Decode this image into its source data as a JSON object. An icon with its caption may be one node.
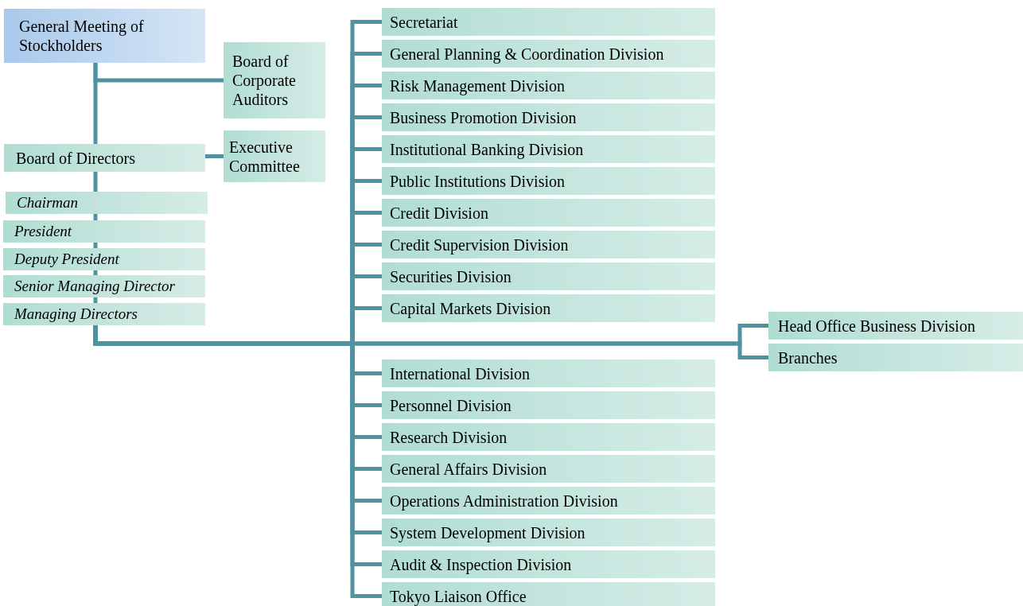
{
  "diagram": {
    "nodes": [
      {
        "text": [
          "General Meeting of Stockholders"
        ]
      },
      {
        "text": [
          "Board of Corporate Auditors"
        ]
      },
      {
        "text": [
          "Board of Directors"
        ]
      },
      {
        "text": [
          "Executive Committee"
        ]
      },
      {
        "text": [
          "Chairman"
        ]
      },
      {
        "text": [
          "President"
        ]
      },
      {
        "text": [
          "Deputy President"
        ]
      },
      {
        "text": [
          "Senior Managing Director"
        ]
      },
      {
        "text": [
          "Managing Directors"
        ]
      },
      {
        "text": [
          "Secretariat"
        ]
      },
      {
        "text": [
          "General Planning & Coordination Division"
        ]
      },
      {
        "text": [
          "Risk Management Division"
        ]
      },
      {
        "text": [
          "Business Promotion Division"
        ]
      },
      {
        "text": [
          "Institutional Banking Division"
        ]
      },
      {
        "text": [
          "Public Institutions Division"
        ]
      },
      {
        "text": [
          "Credit Division"
        ]
      },
      {
        "text": [
          "Credit Supervision Division"
        ]
      },
      {
        "text": [
          "Securities Division"
        ]
      },
      {
        "text": [
          "Capital Markets Division"
        ]
      },
      {
        "text": [
          "International Division"
        ]
      },
      {
        "text": [
          "Personnel Division"
        ]
      },
      {
        "text": [
          "Research Division"
        ]
      },
      {
        "text": [
          "General Affairs Division"
        ]
      },
      {
        "text": [
          "Operations Administration Division"
        ]
      },
      {
        "text": [
          "System Development Division"
        ]
      },
      {
        "text": [
          "Audit & Inspection Division"
        ]
      },
      {
        "text": [
          "Tokyo Liaison Office"
        ]
      },
      {
        "text": [
          "Head Office Business Division"
        ]
      },
      {
        "text": [
          "Branches"
        ]
      }
    ],
    "edges": [
      {
        "from": 0,
        "to": 1,
        "arrow": "none"
      },
      {
        "from": 0,
        "to": 2,
        "arrow": "none"
      },
      {
        "from": 2,
        "to": 3,
        "arrow": "none"
      },
      {
        "from": 2,
        "to": 4,
        "arrow": "none"
      },
      {
        "from": 4,
        "to": 5,
        "arrow": "none"
      },
      {
        "from": 5,
        "to": 6,
        "arrow": "none"
      },
      {
        "from": 6,
        "to": 7,
        "arrow": "none"
      },
      {
        "from": 7,
        "to": 8,
        "arrow": "none"
      },
      {
        "from": 8,
        "to": 9,
        "arrow": "none"
      },
      {
        "from": 8,
        "to": 10,
        "arrow": "none"
      },
      {
        "from": 8,
        "to": 11,
        "arrow": "none"
      },
      {
        "from": 8,
        "to": 12,
        "arrow": "none"
      },
      {
        "from": 8,
        "to": 13,
        "arrow": "none"
      },
      {
        "from": 8,
        "to": 14,
        "arrow": "none"
      },
      {
        "from": 8,
        "to": 15,
        "arrow": "none"
      },
      {
        "from": 8,
        "to": 16,
        "arrow": "none"
      },
      {
        "from": 8,
        "to": 17,
        "arrow": "none"
      },
      {
        "from": 8,
        "to": 18,
        "arrow": "none"
      },
      {
        "from": 8,
        "to": 19,
        "arrow": "none"
      },
      {
        "from": 8,
        "to": 20,
        "arrow": "none"
      },
      {
        "from": 8,
        "to": 21,
        "arrow": "none"
      },
      {
        "from": 8,
        "to": 22,
        "arrow": "none"
      },
      {
        "from": 8,
        "to": 23,
        "arrow": "none"
      },
      {
        "from": 8,
        "to": 24,
        "arrow": "none"
      },
      {
        "from": 8,
        "to": 25,
        "arrow": "none"
      },
      {
        "from": 8,
        "to": 26,
        "arrow": "none"
      },
      {
        "from": 8,
        "to": 27,
        "arrow": "none"
      },
      {
        "from": 8,
        "to": 28,
        "arrow": "none"
      }
    ]
  }
}
